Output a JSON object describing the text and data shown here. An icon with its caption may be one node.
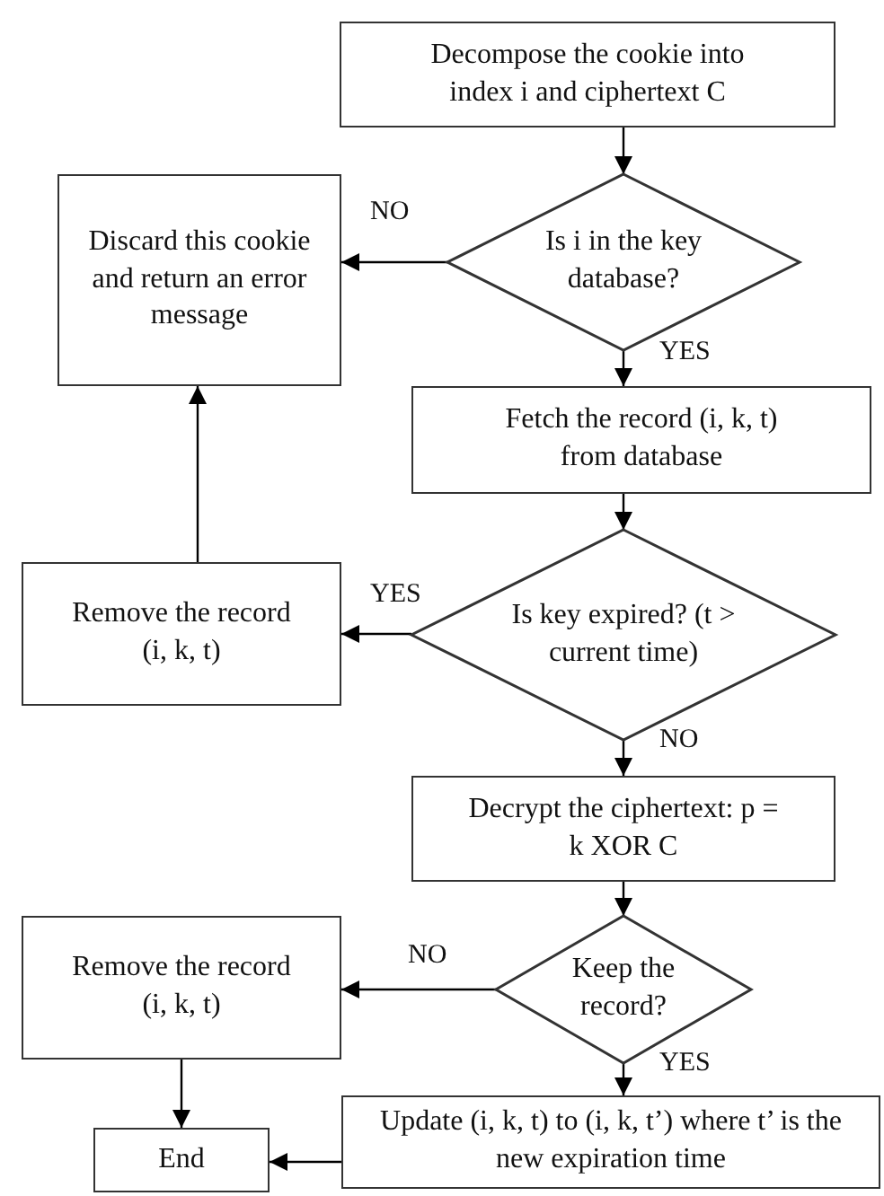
{
  "diagram": {
    "nodes": [
      {
        "text": [
          "Decompose the cookie into index i and ciphertext C"
        ]
      },
      {
        "text": [
          "Is i in the key database?"
        ]
      },
      {
        "text": [
          "Discard this cookie and return an error message"
        ]
      },
      {
        "text": [
          "Fetch the record (i, k, t) from database"
        ]
      },
      {
        "text": [
          "Is key expired? (t > current time)"
        ]
      },
      {
        "text": [
          "Remove the record (i, k, t)"
        ]
      },
      {
        "text": [
          "Decrypt the ciphertext: p = k XOR C"
        ]
      },
      {
        "text": [
          "Keep the record?"
        ]
      },
      {
        "text": [
          "Remove the record (i, k, t)"
        ]
      },
      {
        "text": [
          "Update (i, k, t) to (i, k, t’) where t’ is the new expiration time"
        ]
      },
      {
        "text": [
          "End"
        ]
      }
    ],
    "edges": [
      {
        "from": 0,
        "to": 1,
        "arrow": "to"
      },
      {
        "from": 1,
        "to": 2,
        "arrow": "to",
        "label": "NO"
      },
      {
        "from": 1,
        "to": 3,
        "arrow": "to",
        "label": "YES"
      },
      {
        "from": 3,
        "to": 4,
        "arrow": "to"
      },
      {
        "from": 4,
        "to": 5,
        "arrow": "to",
        "label": "YES"
      },
      {
        "from": 5,
        "to": 2,
        "arrow": "to"
      },
      {
        "from": 4,
        "to": 6,
        "arrow": "to",
        "label": "NO"
      },
      {
        "from": 6,
        "to": 7,
        "arrow": "to"
      },
      {
        "from": 7,
        "to": 8,
        "arrow": "to",
        "label": "NO"
      },
      {
        "from": 7,
        "to": 9,
        "arrow": "to",
        "label": "YES"
      },
      {
        "from": 8,
        "to": 10,
        "arrow": "to"
      },
      {
        "from": 9,
        "to": 10,
        "arrow": "to"
      }
    ]
  }
}
